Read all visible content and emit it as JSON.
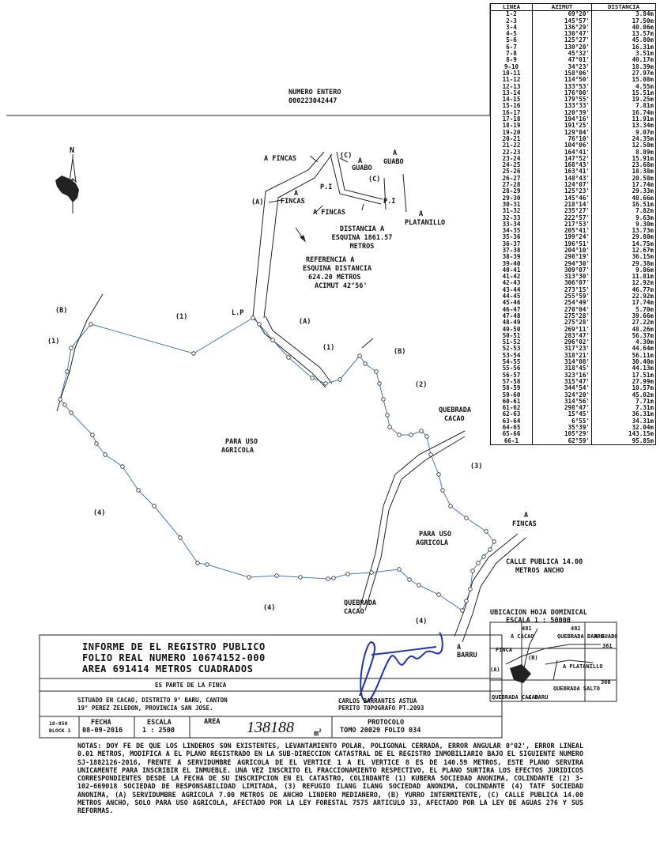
{
  "header": {
    "numero_label": "NUMERO ENTERO",
    "numero_value": "000223042447"
  },
  "coord_table": {
    "headers": [
      "LINEA",
      "AZIMUT",
      "DISTANCIA"
    ],
    "rows": [
      [
        "1-2",
        "69°20'",
        "3.84m"
      ],
      [
        "2-3",
        "145°57'",
        "17.50m"
      ],
      [
        "3-4",
        "136°29'",
        "40.06m"
      ],
      [
        "4-5",
        "130°47'",
        "13.57m"
      ],
      [
        "5-6",
        "125°27'",
        "45.80m"
      ],
      [
        "6-7",
        "130°20'",
        "16.31m"
      ],
      [
        "7-8",
        "45°32'",
        "3.51m"
      ],
      [
        "8-9",
        "47°01'",
        "40.17m"
      ],
      [
        "9-10",
        "34°23'",
        "18.39m"
      ],
      [
        "10-11",
        "158°06'",
        "27.97m"
      ],
      [
        "11-12",
        "114°50'",
        "15.08m"
      ],
      [
        "12-13",
        "133°53'",
        "4.55m"
      ],
      [
        "13-14",
        "176°00'",
        "15.51m"
      ],
      [
        "14-15",
        "179°55'",
        "19.25m"
      ],
      [
        "15-16",
        "133°33'",
        "7.81m"
      ],
      [
        "16-17",
        "120°39'",
        "16.74m"
      ],
      [
        "17-18",
        "194°16'",
        "11.91m"
      ],
      [
        "18-19",
        "191°25'",
        "13.34m"
      ],
      [
        "19-20",
        "129°04'",
        "9.07m"
      ],
      [
        "20-21",
        "76°10'",
        "24.35m"
      ],
      [
        "21-22",
        "104°06'",
        "12.50m"
      ],
      [
        "22-23",
        "164°41'",
        "8.89m"
      ],
      [
        "23-24",
        "147°52'",
        "15.91m"
      ],
      [
        "24-25",
        "168°43'",
        "23.68m"
      ],
      [
        "25-26",
        "163°41'",
        "18.38m"
      ],
      [
        "26-27",
        "148°43'",
        "20.58m"
      ],
      [
        "27-28",
        "124°07'",
        "17.74m"
      ],
      [
        "28-29",
        "125°23'",
        "29.33m"
      ],
      [
        "29-30",
        "145°46'",
        "48.66m"
      ],
      [
        "30-31",
        "218°14'",
        "16.51m"
      ],
      [
        "31-32",
        "235°27'",
        "7.82m"
      ],
      [
        "32-33",
        "222°57'",
        "9.63m"
      ],
      [
        "33-34",
        "217°53'",
        "9.30m"
      ],
      [
        "34-35",
        "205°41'",
        "13.73m"
      ],
      [
        "35-36",
        "199°24'",
        "29.80m"
      ],
      [
        "36-37",
        "196°51'",
        "14.75m"
      ],
      [
        "37-38",
        "204°10'",
        "12.67m"
      ],
      [
        "38-39",
        "298°19'",
        "36.15m"
      ],
      [
        "39-40",
        "294°30'",
        "29.38m"
      ],
      [
        "40-41",
        "309°07'",
        "9.86m"
      ],
      [
        "41-42",
        "313°30'",
        "11.81m"
      ],
      [
        "42-43",
        "306°07'",
        "12.92m"
      ],
      [
        "43-44",
        "273°15'",
        "46.77m"
      ],
      [
        "44-45",
        "255°59'",
        "22.92m"
      ],
      [
        "45-46",
        "254°49'",
        "17.74m"
      ],
      [
        "46-47",
        "270°04'",
        "5.70m"
      ],
      [
        "47-48",
        "275°28'",
        "39.66m"
      ],
      [
        "48-49",
        "275°28'",
        "27.22m"
      ],
      [
        "49-50",
        "269°11'",
        "48.26m"
      ],
      [
        "50-51",
        "283°47'",
        "56.37m"
      ],
      [
        "51-52",
        "296°02'",
        "4.30m"
      ],
      [
        "52-53",
        "317°23'",
        "44.64m"
      ],
      [
        "53-54",
        "318°21'",
        "56.11m"
      ],
      [
        "54-55",
        "314°08'",
        "30.40m"
      ],
      [
        "55-56",
        "318°45'",
        "44.13m"
      ],
      [
        "56-57",
        "323°16'",
        "17.51m"
      ],
      [
        "57-58",
        "315°47'",
        "27.99m"
      ],
      [
        "58-59",
        "344°54'",
        "10.57m"
      ],
      [
        "59-60",
        "324°20'",
        "45.02m"
      ],
      [
        "60-61",
        "314°56'",
        "7.71m"
      ],
      [
        "61-62",
        "298°47'",
        "7.31m"
      ],
      [
        "62-63",
        "15°45'",
        "36.31m"
      ],
      [
        "63-64",
        "6°55'",
        "34.31m"
      ],
      [
        "64-65",
        "35°39'",
        "32.04m"
      ],
      [
        "65-66",
        "105°29'",
        "143.15m"
      ],
      [
        "66-1",
        "62°59'",
        "95.85m"
      ]
    ]
  },
  "map_labels": {
    "a_fincas_1": "A FINCAS",
    "c_1": "(C)",
    "a_guabo_1": "A",
    "a_guabo_1b": "GUABO",
    "a_guabo_2": "A",
    "a_guabo_2b": "GUABO",
    "c_2": "(C)",
    "pi_1": "P.I",
    "pi_2": "P.I",
    "a_label_1": "(A)",
    "a_fincas_2": "A",
    "a_fincas_2b": "FINCAS",
    "a_fincas_3": "A FINCAS",
    "a_platanillo": "A",
    "a_platanillo_b": "PLATANILLO",
    "distancia_1": "DISTANCIA A",
    "distancia_2": "ESQUINA 1861.57",
    "distancia_3": "METROS",
    "referencia_1": "REFERENCIA A",
    "referencia_2": "ESQUINA DISTANCIA",
    "referencia_3": "624.20 METROS",
    "referencia_4": "ACIMUT 42°56'",
    "lp": "L.P",
    "a_label_2": "(A)",
    "b_label_1": "(B)",
    "b_label_2": "(B)",
    "one_1": "(1)",
    "one_2": "(1)",
    "one_3": "(1)",
    "two": "(2)",
    "three": "(3)",
    "four_1": "(4)",
    "four_2": "(4)",
    "four_3": "(4)",
    "quebrada_cacao_1": "QUEBRADA",
    "quebrada_cacao_1b": "CACAO",
    "quebrada_cacao_2": "QUEBRADA",
    "quebrada_cacao_2b": "CACAO",
    "para_uso_1": "PARA USO",
    "para_uso_1b": "AGRICOLA",
    "para_uso_2": "PARA USO",
    "para_uso_2b": "AGRICOLA",
    "a_fincas_4": "A",
    "a_fincas_4b": "FINCAS",
    "calle_1": "CALLE PUBLICA 14.00",
    "calle_2": "METROS ANCHO",
    "a_barru": "A",
    "a_barru_b": "BARRU",
    "north": "N"
  },
  "location_map": {
    "title": "UBICACION HOJA DOMINICAL",
    "scale": "ESCALA 1 : 50000",
    "grid_481": "481",
    "grid_482": "482",
    "grid_361": "361",
    "grid_360": "360",
    "a_cacao": "A CACAO",
    "quebrada_barru": "QUEBRADA BARRU",
    "a_guabo": "A GUABO",
    "finca": "FINCA",
    "b": "(B)",
    "a": "(A)",
    "platanillo": "A PLATANILLO",
    "quebrada_salto": "QUEBRADA SALTO",
    "quebrada_cacao": "QUEBRADA CACAO",
    "a_baru": "A BARU"
  },
  "title_block": {
    "line1": "INFORME DE EL REGISTRO PUBLICO",
    "line2": "FOLIO REAL NUMERO 10674152-000",
    "line3": "AREA 691414 METROS CUADRADOS",
    "parte": "ES PARTE DE LA FINCA",
    "situado_1": "SITUADO EN CACAO, DISTRITO 9° BARU, CANTON",
    "situado_2": "19° PEREZ ZELEDON, PROVINCIA SAN JOSE.",
    "surveyor_1": "CARLOS BARRANTES ASTUA",
    "surveyor_2": "PERITO TOPOGRAFO PT.2093",
    "block_1": "18-850",
    "block_2": "BLOCK 1",
    "fecha_label": "FECHA",
    "fecha_value": "08-09-2016",
    "escala_label": "ESCALA",
    "escala_value": "1 : 2500",
    "area_label": "AREA",
    "area_value": "138188",
    "area_unit": "m",
    "area_sup": "2",
    "protocolo_label": "PROTOCOLO",
    "protocolo_value": "TOMO 20029  FOLIO 034"
  },
  "notes": "NOTAS: DOY FE DE QUE LOS LINDEROS SON EXISTENTES, LEVANTAMIENTO POLAR, POLIGONAL CERRADA, ERROR ANGULAR 0°02', ERROR LINEAL 0.01 METROS, MODIFICA A EL PLANO REGISTRADO EN LA SUB-DIRECCION CATASTRAL DE EL REGISTRO INMOBILIARIO BAJO EL SIGUIENTE NUMERO SJ-1882126-2016, FRENTE A SERVIDUMBRE AGRICOLA DE EL VERTICE 1 A EL VERTICE 8 ES DE 140.59 METROS, ESTE PLANO SERVIRA UNICAMENTE PARA INSCRIBIR EL INMUEBLE. UNA VEZ INSCRITO EL FRACCIONAMIENTO RESPECTIVO, EL PLANO SURTIRA LOS EFECTOS JURIDICOS CORRESPONDIENTES DESDE LA FECHA DE SU INSCRIPCION EN EL CATASTRO, COLINDANTE (1) KUBERA SOCIEDAD ANONIMA, COLINDANTE (2) 3-102-669018 SOCIEDAD DE RESPONSABILIDAD LIMITADA, (3) REFUGIO ILANG ILANG SOCIEDAD ANONIMA, COLINDANTE (4) TATF SOCIEDAD ANONIMA, (A) SERVIDUMBRE AGRICOLA 7.00 METROS DE ANCHO LINDERO MEDIANERO, (B) YURRO INTERMITENTE, (C) CALLE PUBLICA 14.00 METROS ANCHO, SOLO PARA USO AGRICOLA, AFECTADO POR LA LEY FORESTAL 7575 ARTICULO 33, AFECTADO POR LA LEY DE AGUAS 276 Y SUS REFORMAS."
}
